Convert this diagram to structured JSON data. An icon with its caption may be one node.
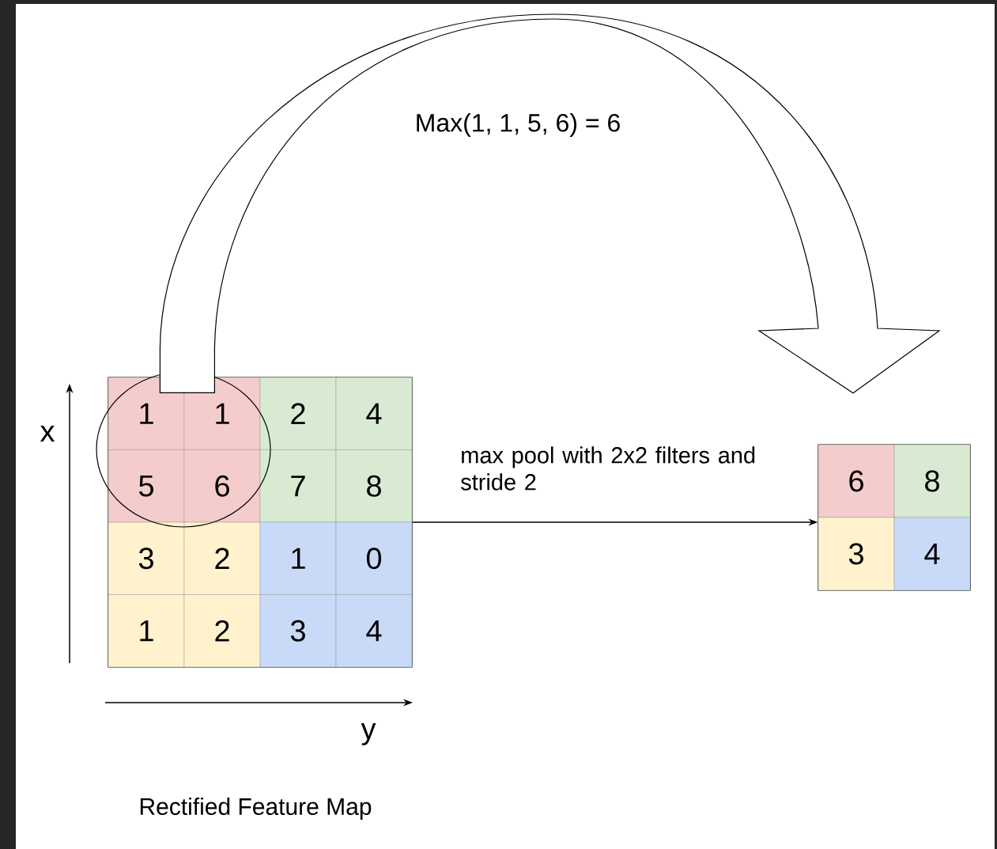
{
  "diagram": {
    "nodes": [
      {
        "text": [],
        "shape": "box"
      },
      {
        "text": [
          "1"
        ],
        "in": 0
      },
      {
        "text": [
          "1"
        ],
        "in": 0
      },
      {
        "text": [
          "2"
        ],
        "in": 0
      },
      {
        "text": [
          "4"
        ],
        "in": 0
      },
      {
        "text": [
          "5"
        ],
        "in": 0
      },
      {
        "text": [
          "6"
        ],
        "in": 0
      },
      {
        "text": [
          "7"
        ],
        "in": 0
      },
      {
        "text": [
          "8"
        ],
        "in": 0
      },
      {
        "text": [
          "3"
        ],
        "in": 0
      },
      {
        "text": [
          "2"
        ],
        "in": 0
      },
      {
        "text": [
          "1"
        ],
        "in": 0
      },
      {
        "text": [
          "0"
        ],
        "in": 0
      },
      {
        "text": [
          "1"
        ],
        "in": 0
      },
      {
        "text": [
          "2"
        ],
        "in": 0
      },
      {
        "text": [
          "3"
        ],
        "in": 0
      },
      {
        "text": [
          "4"
        ],
        "in": 0
      },
      {
        "text": [],
        "shape": "box"
      },
      {
        "text": [
          "6"
        ],
        "in": 17
      },
      {
        "text": [
          "8"
        ],
        "in": 17
      },
      {
        "text": [
          "3"
        ],
        "in": 17
      },
      {
        "text": [
          "4"
        ],
        "in": 17
      }
    ],
    "edges": [
      {
        "from": 0,
        "to": 18,
        "arrow": "to",
        "label": "Max(1, 1, 5, 6) = 6",
        "style": "thick"
      },
      {
        "from": 0,
        "to": 17,
        "arrow": "to",
        "label": "max pool with 2x2 filters and stride 2"
      }
    ],
    "labels": [
      "x",
      "y",
      "Rectified Feature Map"
    ]
  }
}
